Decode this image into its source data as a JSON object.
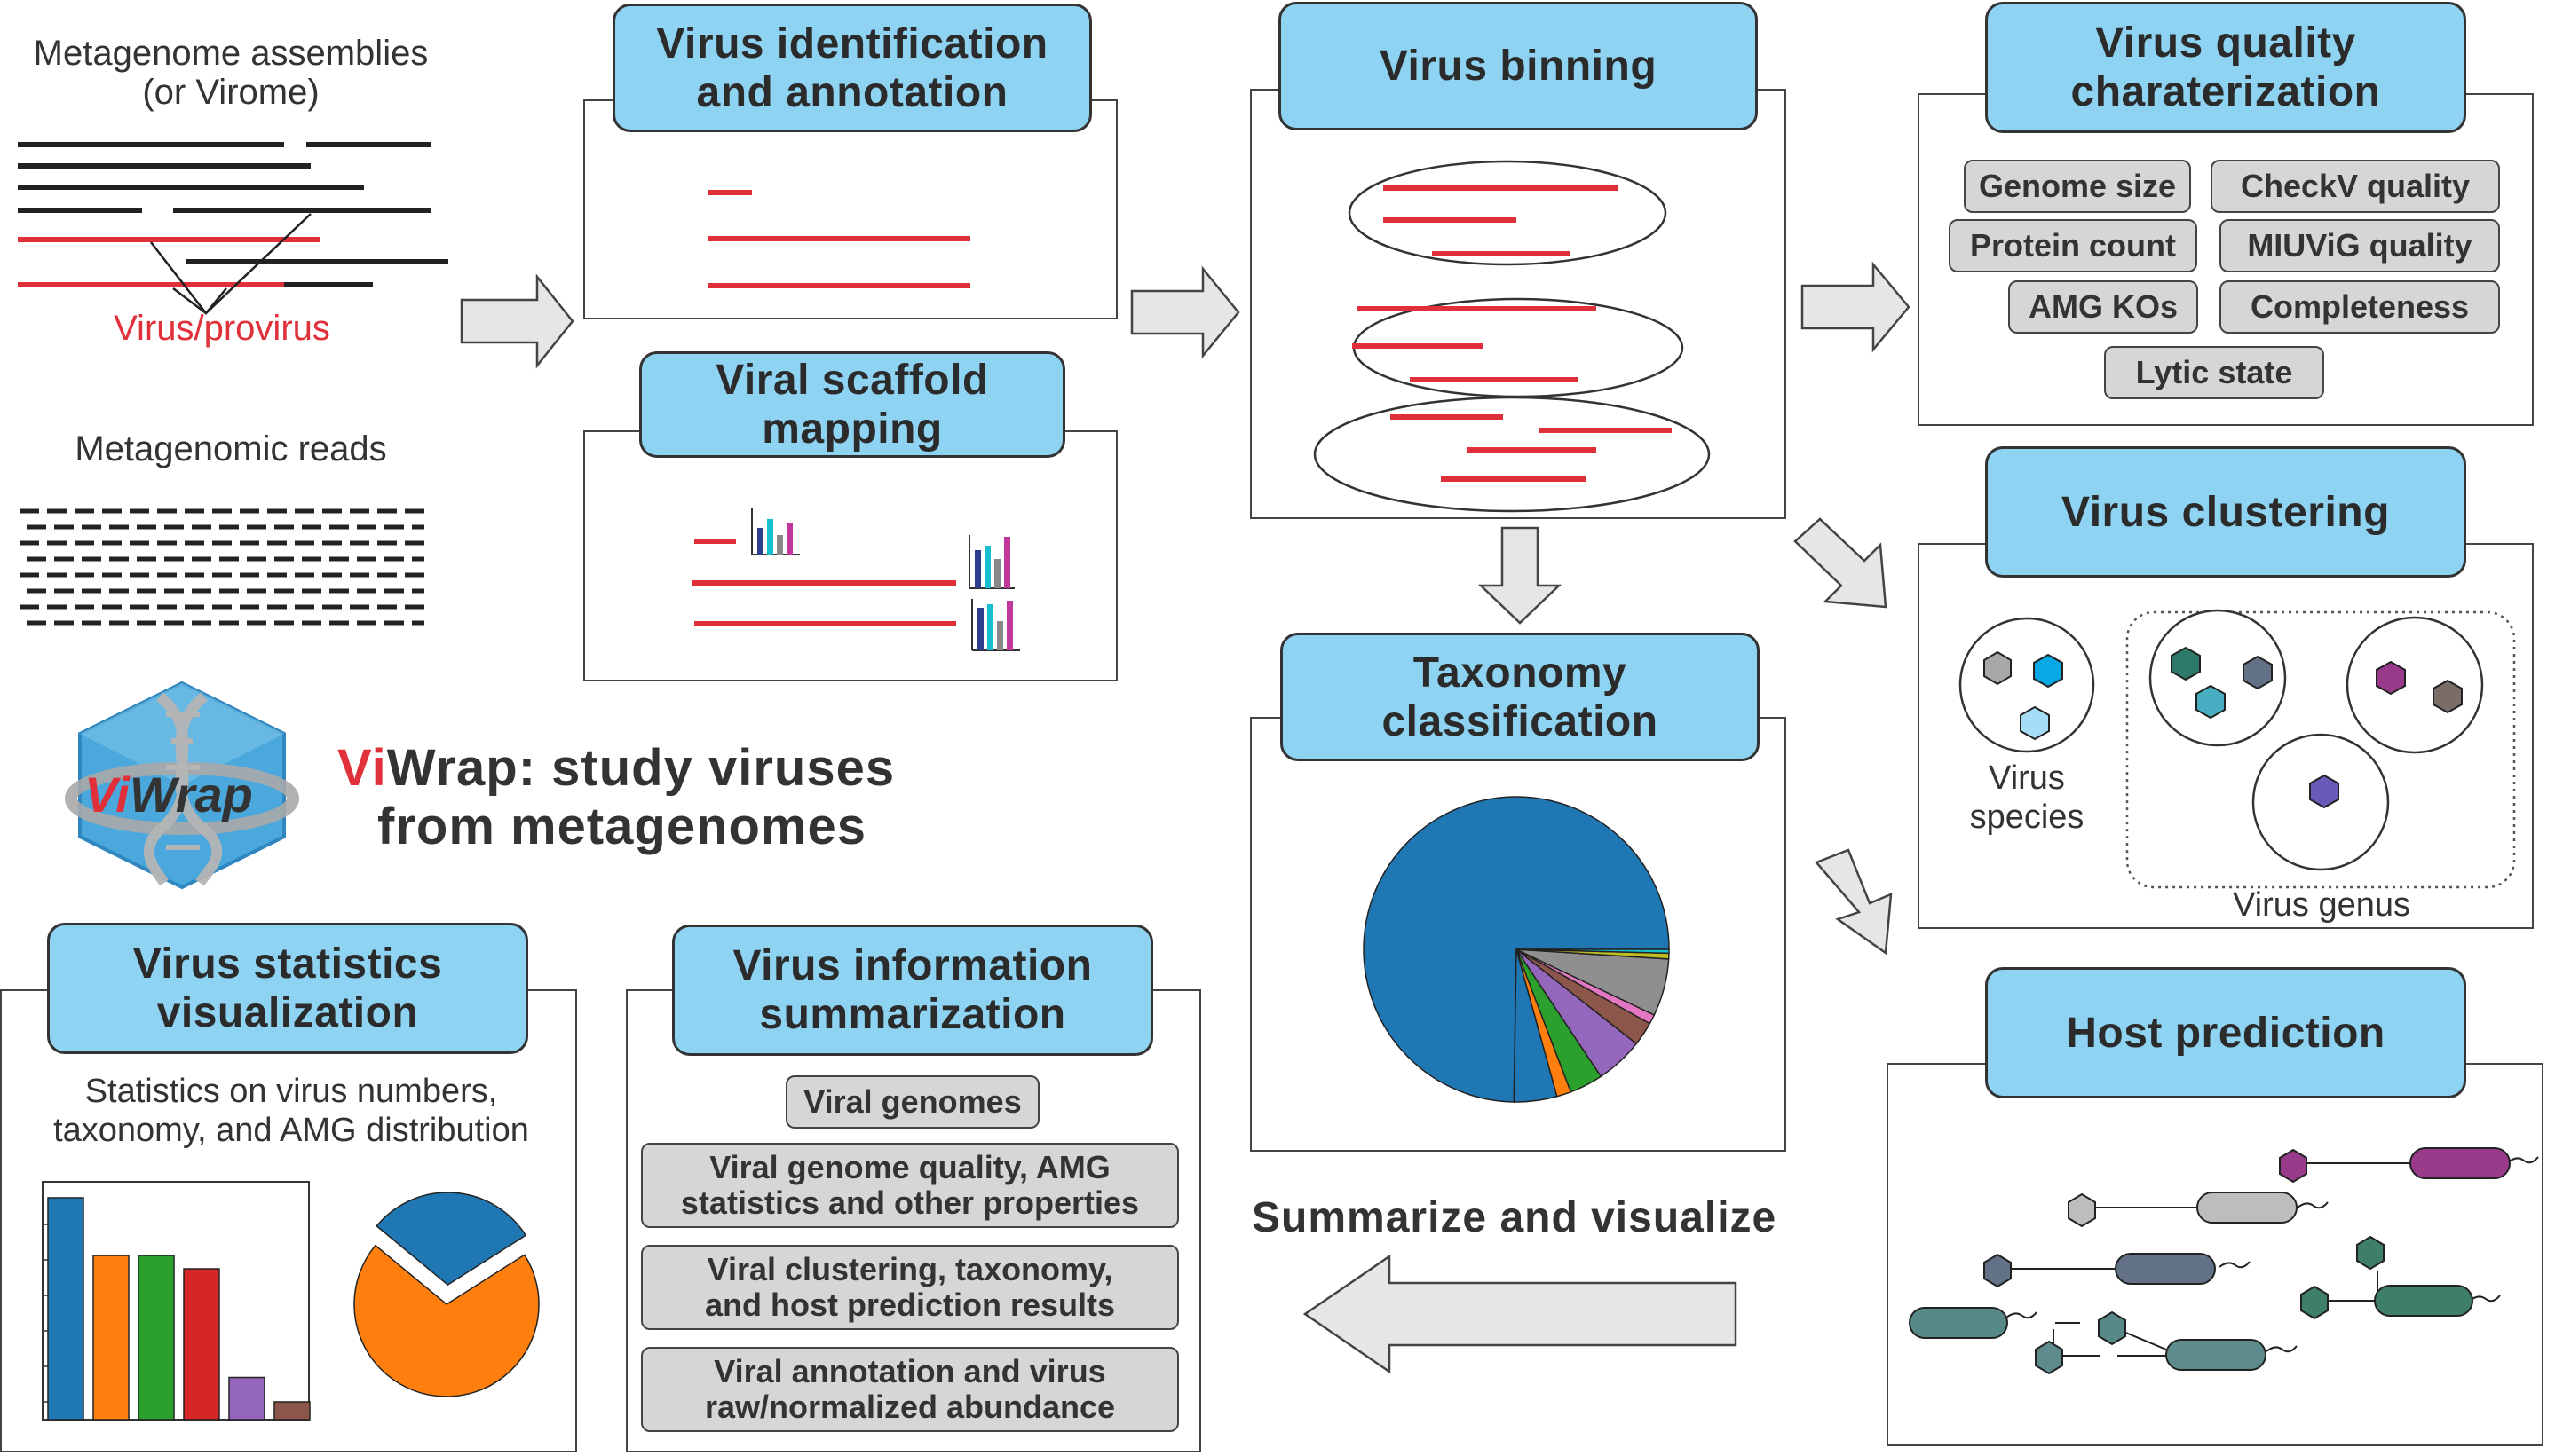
{
  "inputs": {
    "assemblies_label": "Metagenome assemblies\n(or Virome)",
    "virus_provirus_label": "Virus/provirus",
    "reads_label": "Metagenomic reads"
  },
  "logo": {
    "text_vi": "Vi",
    "text_wrap": "Wrap",
    "tagline_vi": "Vi",
    "tagline_rest": "Wrap: study viruses",
    "tagline_line2": "from metagenomes"
  },
  "panels": {
    "virus_identification": {
      "title": "Virus identification\nand annotation"
    },
    "scaffold_mapping": {
      "title": "Viral scaffold\nmapping"
    },
    "virus_binning": {
      "title": "Virus binning"
    },
    "taxonomy": {
      "title": "Taxonomy\nclassification"
    },
    "quality": {
      "title": "Virus quality\ncharaterization",
      "tags": [
        "Genome size",
        "CheckV quality",
        "Protein count",
        "MIUViG quality",
        "AMG KOs",
        "Completeness",
        "Lytic state"
      ]
    },
    "clustering": {
      "title": "Virus clustering",
      "species_label": "Virus\nspecies",
      "genus_label": "Virus genus"
    },
    "host_prediction": {
      "title": "Host prediction"
    },
    "statistics": {
      "title": "Virus statistics\nvisualization",
      "description": "Statistics on virus numbers,\ntaxonomy, and AMG distribution"
    },
    "summarization": {
      "title": "Virus information\nsummarization",
      "items": [
        "Viral genomes",
        "Viral genome quality, AMG\nstatistics and other properties",
        "Viral clustering, taxonomy,\nand host prediction results",
        "Viral annotation and virus\nraw/normalized abundance"
      ]
    }
  },
  "summarize_label": "Summarize and visualize",
  "colors": {
    "header_fill": "#8fd3f2",
    "virus_red": "#e0303a",
    "tag_fill": "#d6d6d6",
    "arrow_fill": "#e6e6e6"
  },
  "taxonomy_pie": {
    "slices": [
      {
        "value": 74.0,
        "color": "#1f77b4"
      },
      {
        "value": 4.5,
        "color": "#1f77b4"
      },
      {
        "value": 1.5,
        "color": "#ff7f0e"
      },
      {
        "value": 3.5,
        "color": "#2ca02c"
      },
      {
        "value": 5.0,
        "color": "#9467bd"
      },
      {
        "value": 2.5,
        "color": "#8c564b"
      },
      {
        "value": 1.0,
        "color": "#e377c2"
      },
      {
        "value": 6.0,
        "color": "#8f8f8f"
      },
      {
        "value": 0.6,
        "color": "#bcbd22"
      },
      {
        "value": 0.4,
        "color": "#17becf"
      }
    ]
  },
  "stats_bars": [
    {
      "value": 100,
      "color": "#1f77b4"
    },
    {
      "value": 74,
      "color": "#ff7f0e"
    },
    {
      "value": 74,
      "color": "#2ca02c"
    },
    {
      "value": 68,
      "color": "#d62728"
    },
    {
      "value": 19,
      "color": "#9467bd"
    },
    {
      "value": 8,
      "color": "#8c564b"
    }
  ],
  "stats_pie": [
    {
      "value": 30,
      "color": "#1f77b4"
    },
    {
      "value": 70,
      "color": "#ff7f0e"
    }
  ]
}
